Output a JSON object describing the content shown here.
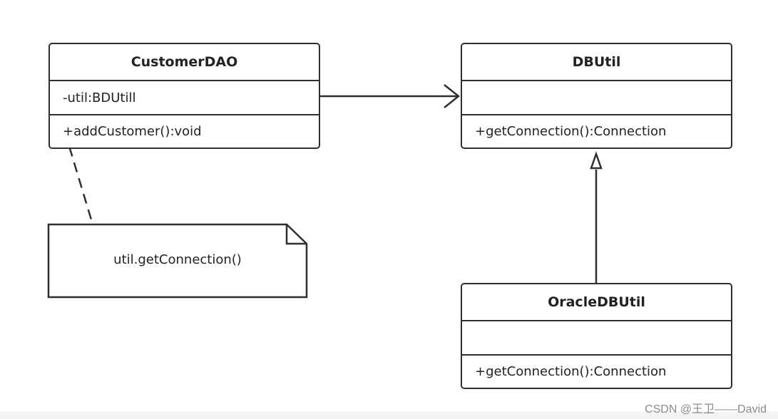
{
  "classes": {
    "customer_dao": {
      "name": "CustomerDAO",
      "attribute": "-util:BDUtill",
      "operation": "+addCustomer():void"
    },
    "dbutil": {
      "name": "DBUtil",
      "attribute": "",
      "operation": "+getConnection():Connection"
    },
    "oracle_dbutil": {
      "name": "OracleDBUtil",
      "attribute": "",
      "operation": "+getConnection():Connection"
    }
  },
  "note": {
    "text": "util.getConnection()"
  },
  "relations": [
    {
      "from": "CustomerDAO",
      "to": "DBUtil",
      "kind": "association"
    },
    {
      "from": "OracleDBUtil",
      "to": "DBUtil",
      "kind": "generalization"
    },
    {
      "from": "CustomerDAO",
      "to": "note",
      "kind": "note-anchor"
    }
  ],
  "watermark": "CSDN @王卫——David",
  "colors": {
    "stroke": "#2f2f2f",
    "background": "#ffffff",
    "watermark": "#8a8a8a"
  }
}
